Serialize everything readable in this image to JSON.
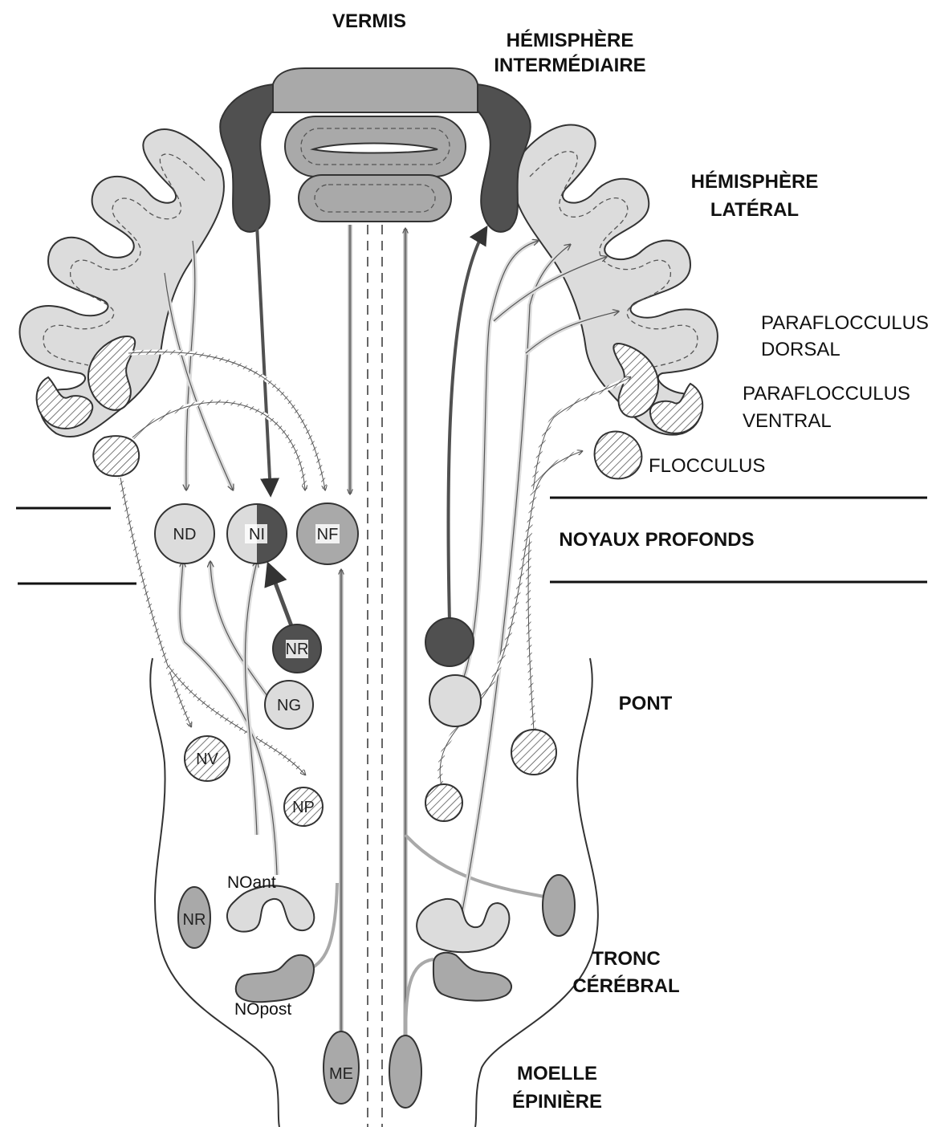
{
  "regions": {
    "vermis": "VERMIS",
    "intermediate_line1": "HÉMISPHÈRE",
    "intermediate_line2": "INTERMÉDIAIRE",
    "lateral_line1": "HÉMISPHÈRE",
    "lateral_line2": "LATÉRAL",
    "deep_nuclei": "NOYAUX PROFONDS",
    "pons": "PONT",
    "brainstem_line1": "TRONC",
    "brainstem_line2": "CÉRÉBRAL",
    "spinal_line1": "MOELLE",
    "spinal_line2": "ÉPINIÈRE"
  },
  "lobules": {
    "paraflocculus_dorsal_line1": "PARAFLOCCULUS",
    "paraflocculus_dorsal_line2": "DORSAL",
    "paraflocculus_ventral_line1": "PARAFLOCCULUS",
    "paraflocculus_ventral_line2": "VENTRAL",
    "flocculus": "FLOCCULUS"
  },
  "nuclei": {
    "nd": "ND",
    "ni": "NI",
    "nf": "NF",
    "nr_pons": "NR",
    "ng": "NG",
    "nv": "NV",
    "np": "NP",
    "noant": "NOant",
    "nr_stem": "NR",
    "nopost": "NOpost",
    "me": "ME"
  },
  "colors": {
    "light": "#dcdcdc",
    "medium": "#a9a9a9",
    "dark": "#505050",
    "outline": "#333333"
  }
}
